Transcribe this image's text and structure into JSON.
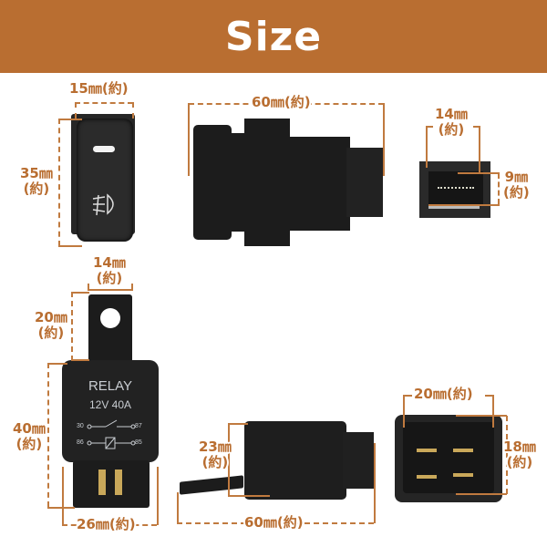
{
  "banner": {
    "title": "Size",
    "color": "#b96e31"
  },
  "label_color": "#b96e31",
  "products": {
    "switch_front": {
      "width_label": "15㎜(約)",
      "height_label_1": "35㎜",
      "height_label_2": "(約)",
      "icon": "fog-light-icon"
    },
    "switch_side": {
      "length_label": "60㎜(約)"
    },
    "switch_connector": {
      "width_label_1": "14㎜",
      "width_label_2": "(約)",
      "height_label_1": "9㎜",
      "height_label_2": "(約)"
    },
    "relay_front": {
      "tab_width_label_1": "14㎜",
      "tab_width_label_2": "(約)",
      "tab_height_label_1": "20㎜",
      "tab_height_label_2": "(約)",
      "body_height_label_1": "40㎜",
      "body_height_label_2": "(約)",
      "body_width_label": "26㎜(約)",
      "print_title": "RELAY",
      "print_rating": "12V 40A",
      "pins": [
        "30",
        "87",
        "86",
        "85"
      ]
    },
    "relay_side": {
      "height_label_1": "23㎜",
      "height_label_2": "(約)",
      "length_label": "60㎜(約)"
    },
    "relay_bottom": {
      "width_label": "20㎜(約)",
      "height_label_1": "18㎜",
      "height_label_2": "(約)"
    }
  }
}
